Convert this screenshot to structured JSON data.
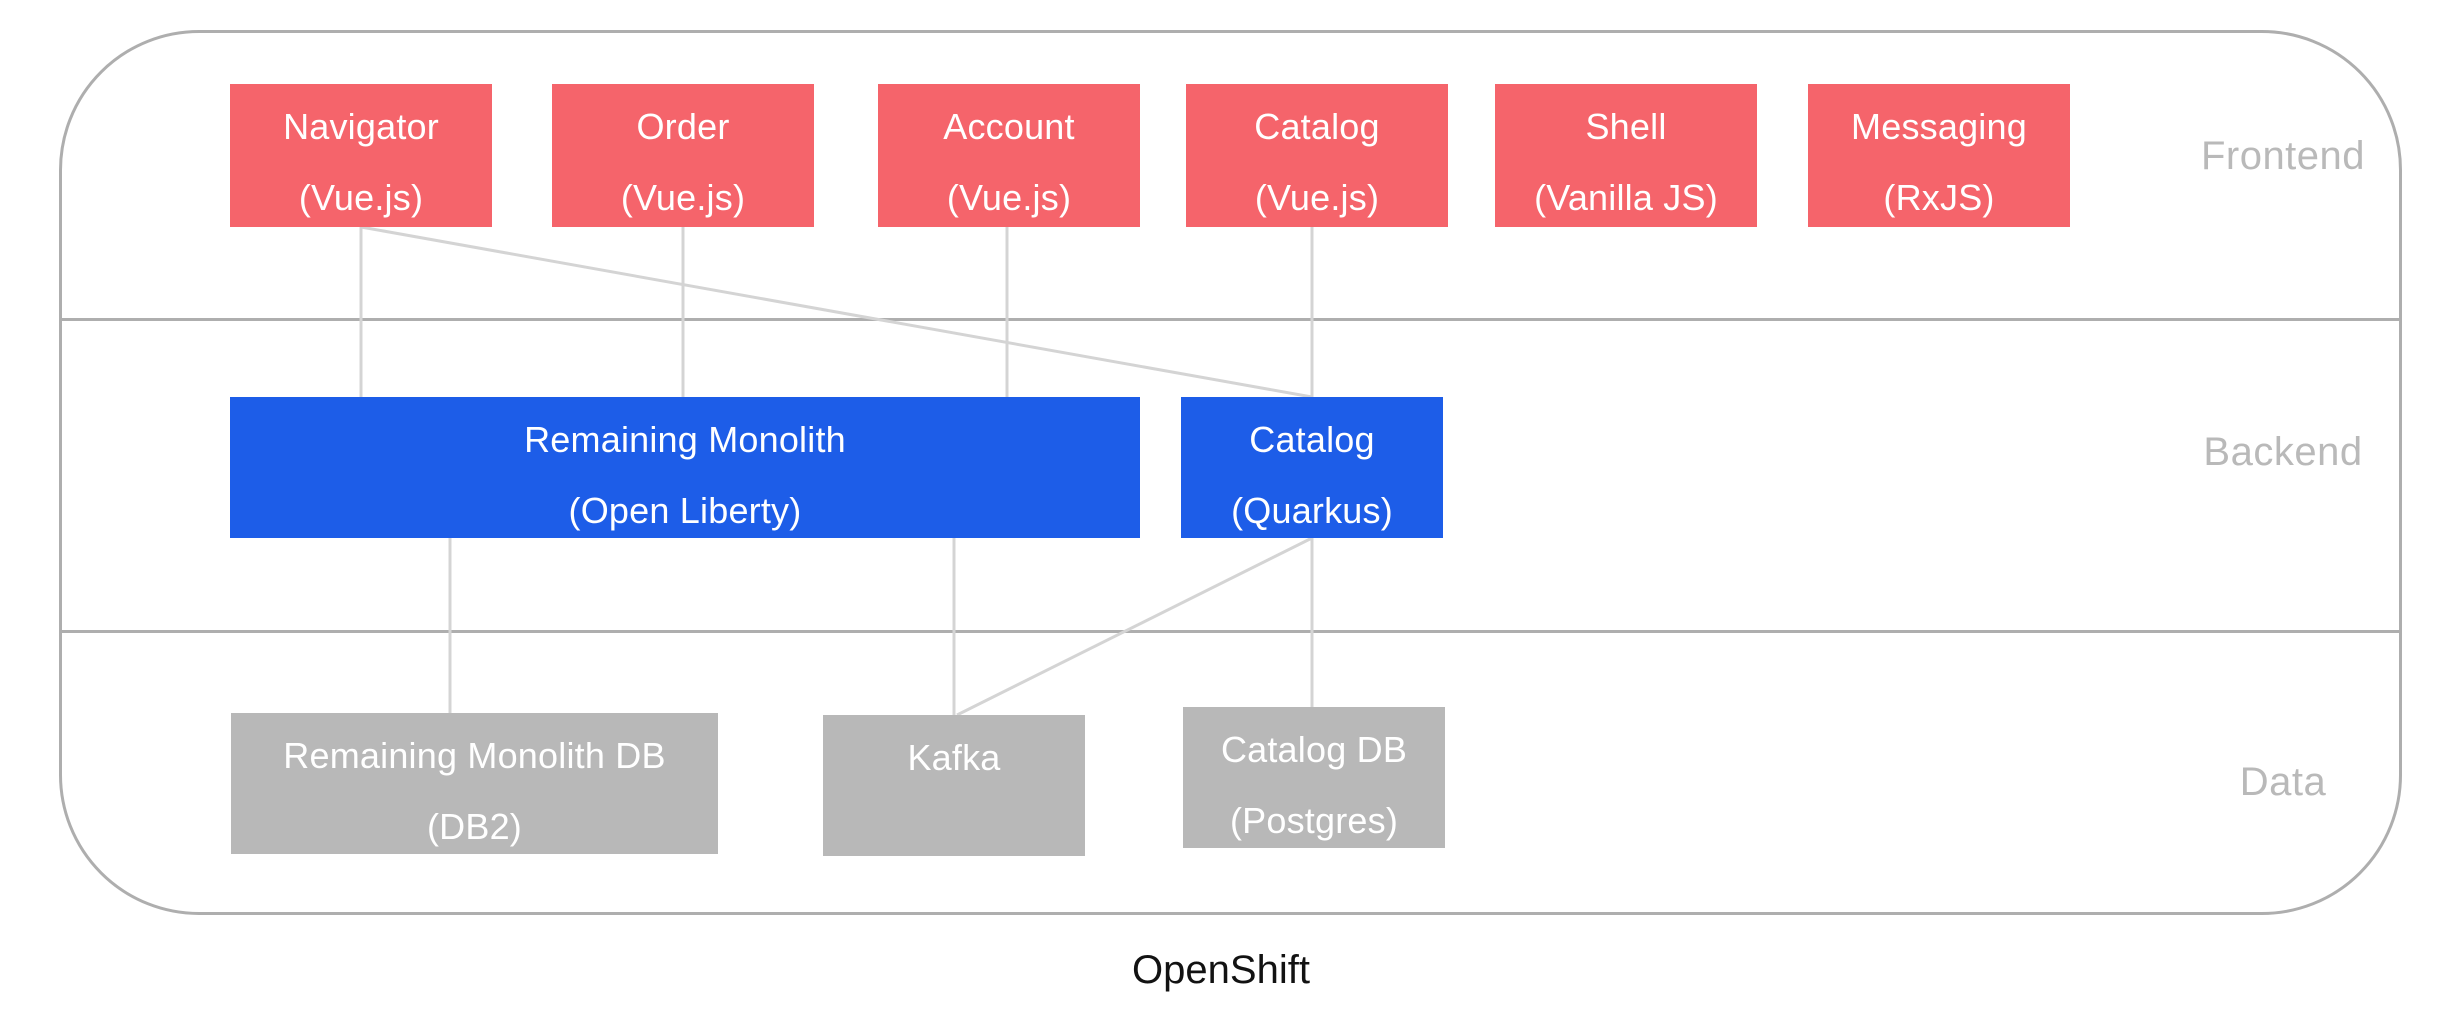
{
  "diagram": {
    "platform_label": "OpenShift",
    "layers": [
      {
        "id": "frontend",
        "label": "Frontend"
      },
      {
        "id": "backend",
        "label": "Backend"
      },
      {
        "id": "data",
        "label": "Data"
      }
    ],
    "nodes": [
      {
        "id": "navigator",
        "layer": "frontend",
        "title": "Navigator",
        "subtitle": "(Vue.js)",
        "color": "#f5646b"
      },
      {
        "id": "order",
        "layer": "frontend",
        "title": "Order",
        "subtitle": "(Vue.js)",
        "color": "#f5646b"
      },
      {
        "id": "account",
        "layer": "frontend",
        "title": "Account",
        "subtitle": "(Vue.js)",
        "color": "#f5646b"
      },
      {
        "id": "catalog-ui",
        "layer": "frontend",
        "title": "Catalog",
        "subtitle": "(Vue.js)",
        "color": "#f5646b"
      },
      {
        "id": "shell",
        "layer": "frontend",
        "title": "Shell",
        "subtitle": "(Vanilla JS)",
        "color": "#f5646b"
      },
      {
        "id": "messaging",
        "layer": "frontend",
        "title": "Messaging",
        "subtitle": "(RxJS)",
        "color": "#f5646b"
      },
      {
        "id": "monolith",
        "layer": "backend",
        "title": "Remaining Monolith",
        "subtitle": "(Open Liberty)",
        "color": "#1d5de8"
      },
      {
        "id": "catalog-service",
        "layer": "backend",
        "title": "Catalog",
        "subtitle": "(Quarkus)",
        "color": "#1d5de8"
      },
      {
        "id": "monolith-db",
        "layer": "data",
        "title": "Remaining Monolith DB",
        "subtitle": "(DB2)",
        "color": "#b8b8b8"
      },
      {
        "id": "kafka",
        "layer": "data",
        "title": "Kafka",
        "subtitle": "",
        "color": "#b8b8b8"
      },
      {
        "id": "catalog-db",
        "layer": "data",
        "title": "Catalog DB",
        "subtitle": "(Postgres)",
        "color": "#b8b8b8"
      }
    ],
    "edges": [
      {
        "from": "navigator",
        "to": "monolith"
      },
      {
        "from": "navigator",
        "to": "catalog-service"
      },
      {
        "from": "order",
        "to": "monolith"
      },
      {
        "from": "account",
        "to": "monolith"
      },
      {
        "from": "catalog-ui",
        "to": "catalog-service"
      },
      {
        "from": "monolith",
        "to": "monolith-db"
      },
      {
        "from": "monolith",
        "to": "kafka"
      },
      {
        "from": "catalog-service",
        "to": "kafka"
      },
      {
        "from": "catalog-service",
        "to": "catalog-db"
      }
    ],
    "colors": {
      "frontend_node": "#f5646b",
      "backend_node": "#1d5de8",
      "data_node": "#b8b8b8",
      "boundary": "#aeaeae",
      "connector": "#d4d4d4",
      "layer_label": "#b9b9b9",
      "caption": "#121212"
    }
  }
}
